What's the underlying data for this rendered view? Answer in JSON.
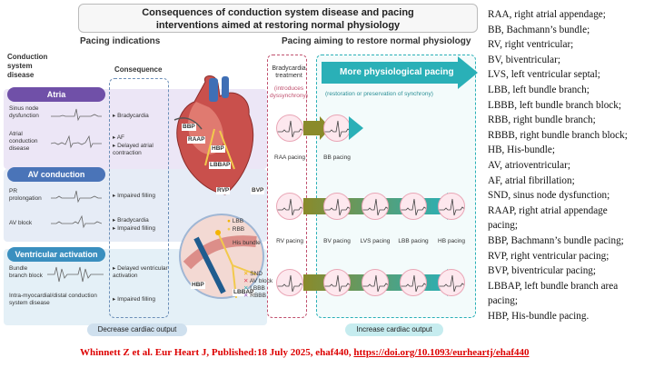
{
  "figure": {
    "title_line1": "Consequences of conduction system disease and pacing",
    "title_line2": "interventions aimed at restoring normal physiology",
    "pacing_indications": "Pacing indications",
    "pacing_aiming": "Pacing aiming to restore normal physiology",
    "col_disease": "Conduction system disease",
    "col_consequence": "Consequence",
    "bands": {
      "atria": {
        "label": "Atria",
        "rows": [
          {
            "disease": "Sinus node dysfunction",
            "consequences": [
              "Bradycardia"
            ]
          },
          {
            "disease": "Atrial conduction disease",
            "consequences": [
              "AF",
              "Delayed atrial contraction"
            ]
          }
        ]
      },
      "av": {
        "label": "AV conduction",
        "rows": [
          {
            "disease": "PR prolongation",
            "consequences": [
              "Impaired filling"
            ]
          },
          {
            "disease": "AV block",
            "consequences": [
              "Bradycardia",
              "Impaired filling"
            ]
          }
        ]
      },
      "ventricular": {
        "label": "Ventricular activation",
        "rows": [
          {
            "disease": "Bundle branch block",
            "consequences": [
              "Delayed ventricular activation"
            ]
          },
          {
            "disease": "Intra-myocardial/distal conduction system disease",
            "consequences": [
              "Impaired filling"
            ]
          }
        ]
      }
    },
    "heart_labels": {
      "bbp": "BBP",
      "raap": "RAAP",
      "hbp": "HBP",
      "lbbap": "LBBAP",
      "rvp": "RVP",
      "bvp": "BVP"
    },
    "zoom_labels": {
      "lbb": "LBB",
      "rbb": "RBB",
      "his_bundle": "His bundle",
      "hbp": "HBP",
      "lbbap": "LBBAP"
    },
    "zoom_legend": [
      "SND",
      "AV block",
      "LBBB",
      "RBBB"
    ],
    "zoom_legend_colors": [
      "#f4b400",
      "#e0405a",
      "#2ab0b7",
      "#8a4fb0"
    ],
    "bradycardia_treatment": "Bradycardia treatment",
    "introduces_dyssynchrony": "(introduces dyssynchrony)",
    "more_physiological": "More physiological pacing",
    "restoration_note": "(restoration or preservation of synchrony)",
    "pacing_row1": [
      "RAA pacing",
      "BB pacing"
    ],
    "pacing_row2": [
      "RV pacing",
      "BV pacing",
      "LVS pacing",
      "LBB pacing",
      "HB pacing"
    ],
    "decrease_output": "Decrease cardiac output",
    "increase_output": "Increase cardiac output",
    "colors": {
      "atria_band": "#7050a8",
      "av_band": "#4a74b8",
      "vent_band": "#3a8fbf",
      "teal": "#2ab0b7",
      "arrow_olive": "#8a8a2a"
    }
  },
  "legend": [
    "RAA, right atrial appendage;",
    "BB, Bachmann’s bundle;",
    "RV, right ventricular;",
    "BV, biventricular;",
    "LVS, left ventricular septal;",
    "LBB, left bundle branch;",
    "LBBB, left bundle branch block;",
    "RBB, right bundle branch;",
    "RBBB, right bundle branch block;",
    "HB, His-bundle;",
    "AV, atrioventricular;",
    "AF, atrial fibrillation;",
    "SND, sinus node dysfunction;",
    "RAAP, right atrial appendage",
    "pacing;",
    "BBP, Bachmann’s bundle pacing;",
    "RVP, right ventricular pacing;",
    "BVP, biventricular pacing;",
    "LBBAP, left bundle branch area",
    "pacing;",
    "HBP, His-bundle pacing."
  ],
  "citation": {
    "prefix": "Whinnett Z et al. Eur Heart J, Published:18 July 2025, ehaf440, ",
    "link": "https://doi.org/10.1093/eurheartj/ehaf440"
  }
}
